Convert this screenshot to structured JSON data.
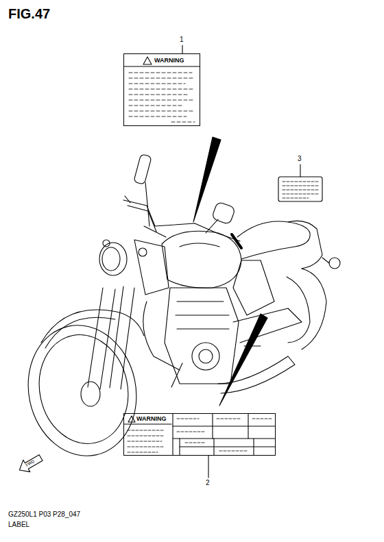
{
  "diagram": {
    "title": "FIG.47",
    "nodes": [
      {
        "text": [
          "WARNING"
        ]
      },
      {
        "text": [
          "WARNING"
        ]
      }
    ],
    "labels": [
      "1",
      "3",
      "2",
      "FWD",
      "GZ250L1 P03 P28_047",
      "LABEL"
    ]
  }
}
